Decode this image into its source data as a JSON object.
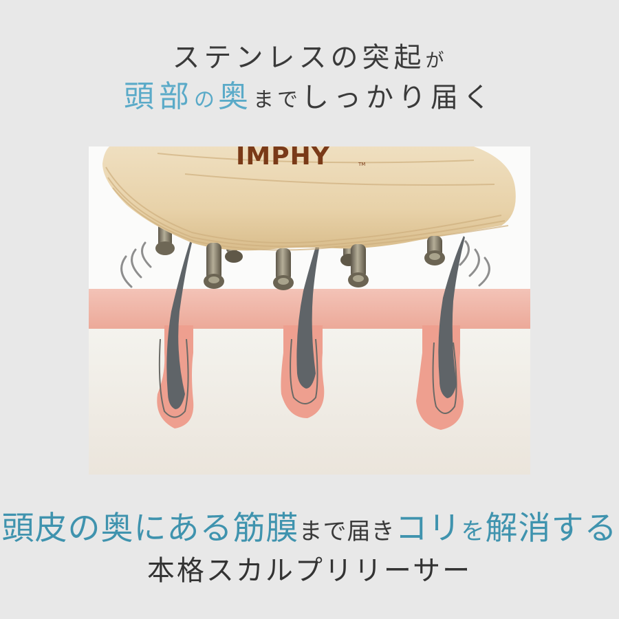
{
  "headline": {
    "line1": {
      "part1": "ステンレスの突起",
      "part2": "が"
    },
    "line2": {
      "blue1": "頭部",
      "small1": "の",
      "blue2": "奥",
      "small2": "まで",
      "rest": "しっかり届く"
    }
  },
  "illustration": {
    "brand_label": "IMPHY",
    "trademark": "TM",
    "description": "Wooden scalp massager with stainless steel pins pressing into scalp; cross-section of skin with three hair follicles",
    "colors": {
      "wood": "#e8d3ad",
      "brand": "#7a3a18",
      "pin": "#7d7664",
      "skin_band": "#f0b8aa",
      "follicle": "#ee9f8f",
      "hair": "#5f6468",
      "dermis": "#efece5",
      "vibration_lines": "#8a8a8a"
    }
  },
  "caption": {
    "line1": {
      "blue1": "頭皮の奥にある筋膜",
      "dark1": "まで届き",
      "blue2": "コリ",
      "small_blue": "を",
      "blue3": "解消する"
    },
    "line2": "本格スカルプリリーサー"
  },
  "colors": {
    "background": "#e8e8e8",
    "text_dark": "#3a3a3a",
    "accent_light_blue": "#5aaac8",
    "accent_blue": "#3f93ae"
  }
}
